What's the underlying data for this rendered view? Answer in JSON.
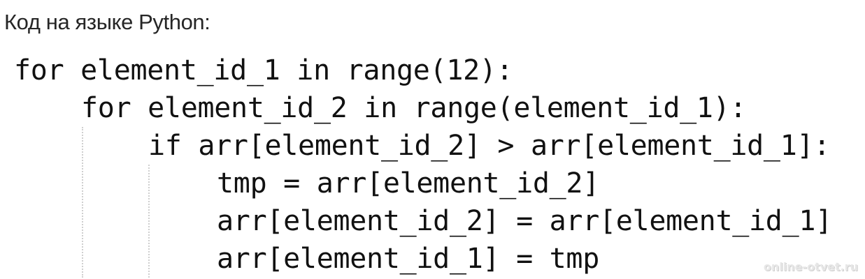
{
  "heading": "Код на языке Python:",
  "code": {
    "language": "python",
    "lines": [
      {
        "indent": 0,
        "text": "for element_id_1 in range(12):"
      },
      {
        "indent": 1,
        "text": "for element_id_2 in range(element_id_1):"
      },
      {
        "indent": 2,
        "text": "if arr[element_id_2] > arr[element_id_1]:"
      },
      {
        "indent": 3,
        "text": "tmp = arr[element_id_2]"
      },
      {
        "indent": 3,
        "text": "arr[element_id_2] = arr[element_id_1]"
      },
      {
        "indent": 3,
        "text": "arr[element_id_1] = tmp"
      }
    ]
  },
  "watermark": "online-otvet.ru"
}
